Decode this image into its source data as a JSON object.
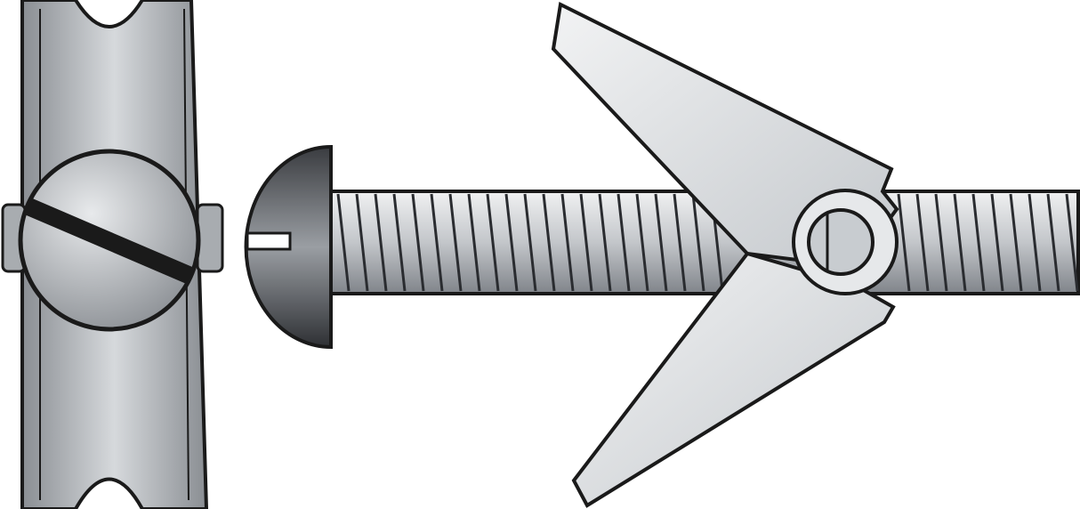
{
  "illustration": {
    "subject": "toggle-bolt",
    "parts": [
      "toggle-end-view",
      "round-head-slotted-screw",
      "threaded-shaft",
      "spring-toggle-wings"
    ],
    "colors": {
      "outline": "#1a1a1a",
      "metal_light": "#e4e6e8",
      "metal_mid": "#b8bcc0",
      "metal_dark": "#7a7e84",
      "background": "#ffffff"
    }
  }
}
